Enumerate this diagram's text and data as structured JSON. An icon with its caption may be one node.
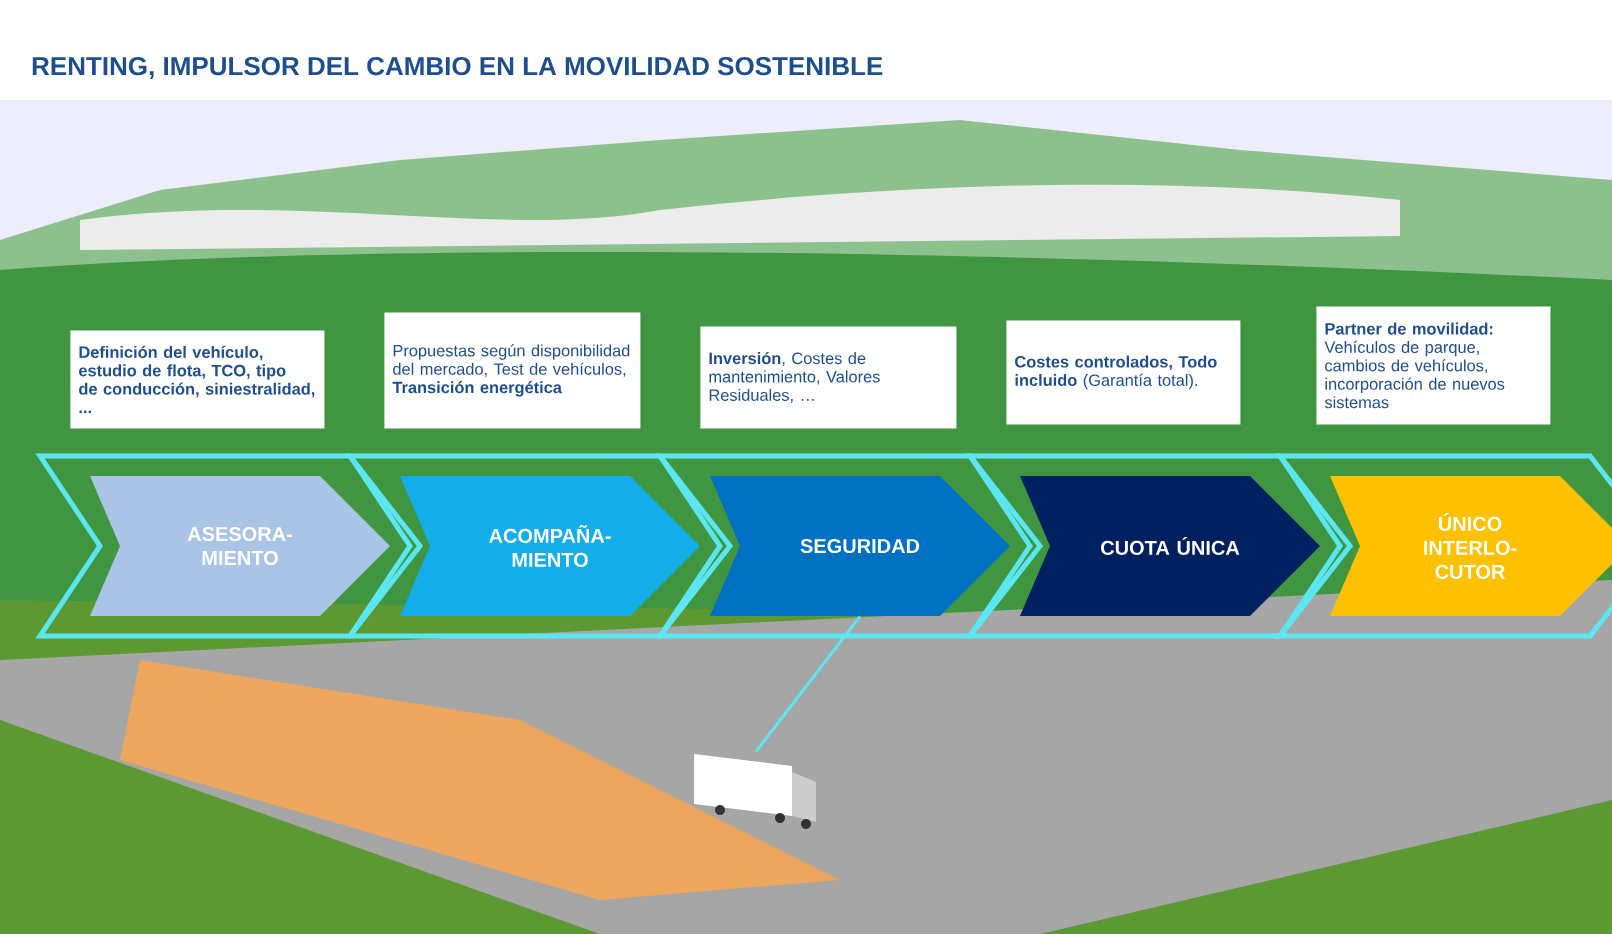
{
  "diagram": {
    "title": "RENTING, IMPULSOR DEL CAMBIO EN LA MOVILIDAD SOSTENIBLE",
    "nodes": [
      {
        "text": [
          "Definición del vehículo, estudio de flota, TCO, tipo de conducción, siniestralidad, ..."
        ]
      },
      {
        "text": [
          "Propuestas según disponibilidad del mercado, Test de vehículos, **Transición energética**"
        ]
      },
      {
        "text": [
          "**Inversión**,  Costes de mantenimiento, Valores Residuales, …"
        ]
      },
      {
        "text": [
          "**Costes controlados, Todo incluido** (Garantía total)."
        ]
      },
      {
        "text": [
          "Partner de movilidad:",
          "Vehículos de parque, cambios de vehículos, incorporación de nuevos sistemas"
        ]
      },
      {
        "text": [
          "ASESORA- MIENTO"
        ]
      },
      {
        "text": [
          "ACOMPAÑA- MIENTO"
        ]
      },
      {
        "text": [
          "SEGURIDAD"
        ]
      },
      {
        "text": [
          "CUOTA ÚNICA"
        ]
      },
      {
        "text": [
          "ÚNICO INTERLO- CUTOR"
        ]
      },
      {
        "text": [],
        "shape": "picture"
      }
    ],
    "edges": [
      {
        "from": 7,
        "to": 10,
        "arrow": "none"
      }
    ]
  }
}
